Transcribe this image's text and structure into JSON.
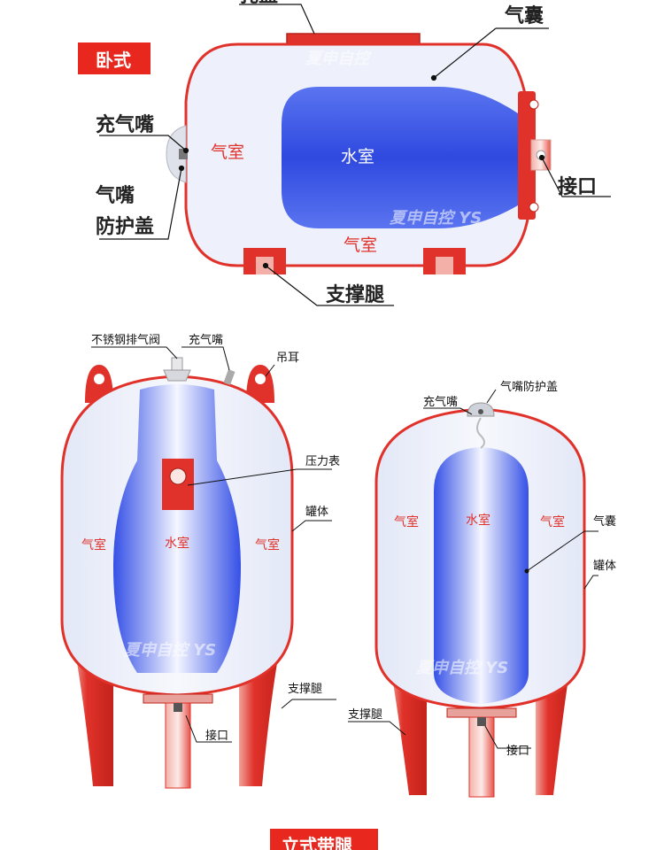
{
  "colors": {
    "shell_red": "#e0322a",
    "water_blue": "#3b56e8",
    "air_chamber": "#eef1fb",
    "badge_red": "#e8281e"
  },
  "horizontal": {
    "badge": "卧式",
    "labels": {
      "hole_cover": "孔盖",
      "bladder": "气囊",
      "charge_nozzle": "充气嘴",
      "nozzle_cover_1": "气嘴",
      "nozzle_cover_2": "防护盖",
      "air_chamber": "气室",
      "water_chamber": "水室",
      "air_chamber_bottom": "气室",
      "port": "接口",
      "support_leg": "支撑腿"
    },
    "watermark_top": "夏申自控",
    "watermark_bottom": "夏申自控 YS"
  },
  "vertical_left": {
    "labels": {
      "vent_valve": "不锈钢排气阀",
      "charge_nozzle": "充气嘴",
      "lifting_lug": "吊耳",
      "pressure_gauge": "压力表",
      "tank_body": "罐体",
      "air_chamber_left": "气室",
      "water_chamber": "水室",
      "air_chamber_right": "气室",
      "support_leg": "支撑腿",
      "port": "接口"
    },
    "watermark": "夏申自控 YS"
  },
  "vertical_right": {
    "labels": {
      "charge_nozzle": "充气嘴",
      "nozzle_cover": "气嘴防护盖",
      "air_chamber_left": "气室",
      "water_chamber": "水室",
      "air_chamber_right": "气室",
      "bladder": "气囊",
      "tank_body": "罐体",
      "support_leg": "支撑腿",
      "port": "接口"
    },
    "watermark": "夏申自控 YS"
  },
  "bottom_badge": "立式带腿"
}
